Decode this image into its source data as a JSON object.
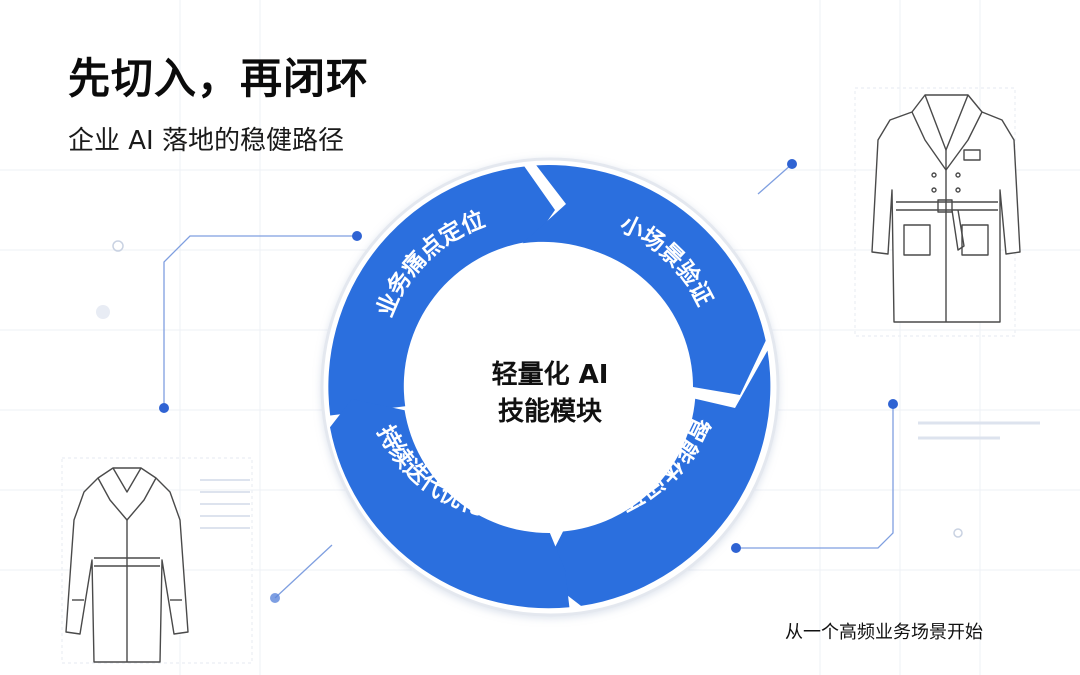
{
  "heading": {
    "title": "先切入，再闭环",
    "subtitle": "企业 AI 落地的稳健路径"
  },
  "cycle": {
    "center_lines": [
      "轻量化 AI",
      "技能模块"
    ],
    "segments": [
      {
        "label": "业务痛点定位"
      },
      {
        "label": "小场景验证"
      },
      {
        "label": "智能体闭环"
      },
      {
        "label": "持续迭代优化"
      }
    ]
  },
  "footnote": "从一个高频业务场景开始",
  "colors": {
    "ring_blue": "#2b6fde",
    "ring_blue_dark": "#1d5bc9",
    "connector": "#3f6fd6",
    "grid_line": "#eef1f6",
    "sketch": "#4a4a4a"
  },
  "icons": [
    "coat-sketch-icon",
    "jacket-sketch-icon"
  ]
}
